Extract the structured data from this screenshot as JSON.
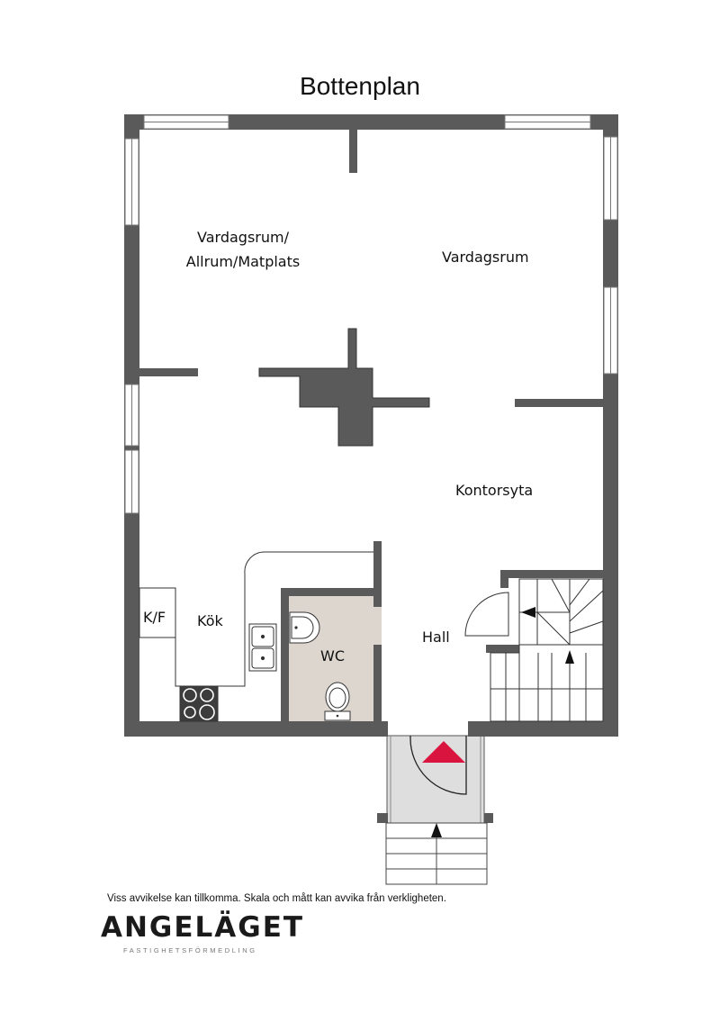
{
  "title": "Bottenplan",
  "rooms": {
    "living_left_line1": "Vardagsrum/",
    "living_left_line2": "Allrum/Matplats",
    "living_right": "Vardagsrum",
    "office": "Kontorsyta",
    "fridge": "K/F",
    "kitchen": "Kök",
    "wc": "WC",
    "hall": "Hall"
  },
  "colors": {
    "wall": "#5a5a5a",
    "wc_floor": "#dcd6cf",
    "entrance": "#dedede",
    "entrance_arrow": "#d9143f"
  },
  "disclaimer": "Viss avvikelse kan tillkomma. Skala och mått kan avvika från verkligheten.",
  "brand": {
    "name": "ANGELÄGET",
    "tagline": "FASTIGHETSFÖRMEDLING"
  }
}
